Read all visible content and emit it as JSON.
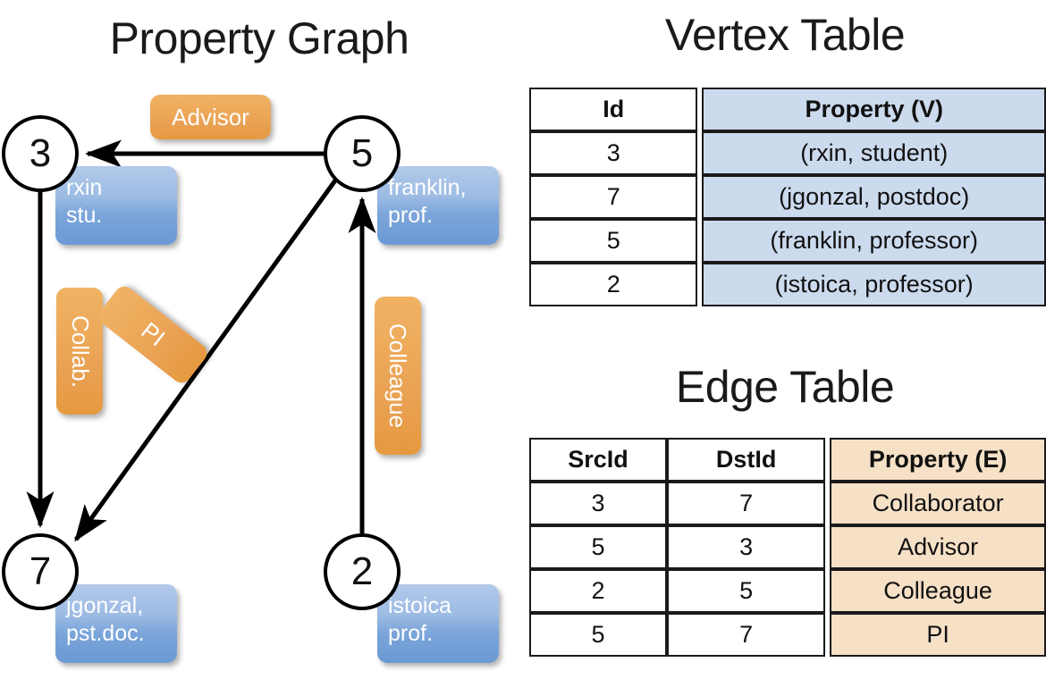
{
  "titles": {
    "property_graph": "Property Graph",
    "vertex_table": "Vertex Table",
    "edge_table": "Edge Table"
  },
  "graph": {
    "nodes": [
      {
        "id": "3",
        "property": "rxin\nstu."
      },
      {
        "id": "5",
        "property": "franklin,\nprof."
      },
      {
        "id": "7",
        "property": "jgonzal,\npst.doc."
      },
      {
        "id": "2",
        "property": "istoica\nprof."
      }
    ],
    "edge_labels": [
      {
        "label": "Advisor",
        "from": "5",
        "to": "3"
      },
      {
        "label": "Collab.",
        "from": "3",
        "to": "7"
      },
      {
        "label": "PI",
        "from": "5",
        "to": "7"
      },
      {
        "label": "Colleague",
        "from": "2",
        "to": "5"
      }
    ]
  },
  "vertex_table": {
    "headers": [
      "Id",
      "Property (V)"
    ],
    "rows": [
      {
        "id": "3",
        "property": "(rxin, student)"
      },
      {
        "id": "7",
        "property": "(jgonzal, postdoc)"
      },
      {
        "id": "5",
        "property": "(franklin, professor)"
      },
      {
        "id": "2",
        "property": "(istoica, professor)"
      }
    ]
  },
  "edge_table": {
    "headers": [
      "SrcId",
      "DstId",
      "Property (E)"
    ],
    "rows": [
      {
        "src": "3",
        "dst": "7",
        "property": "Collaborator"
      },
      {
        "src": "5",
        "dst": "3",
        "property": "Advisor"
      },
      {
        "src": "2",
        "dst": "5",
        "property": "Colleague"
      },
      {
        "src": "5",
        "dst": "7",
        "property": "PI"
      }
    ]
  },
  "colors": {
    "vertex_property_fill": "#ccdaee",
    "edge_property_fill": "#f6e0c6",
    "node_property_box": "#7ba5da",
    "edge_label_box": "#e9a153",
    "stroke": "#1a1a1a"
  }
}
